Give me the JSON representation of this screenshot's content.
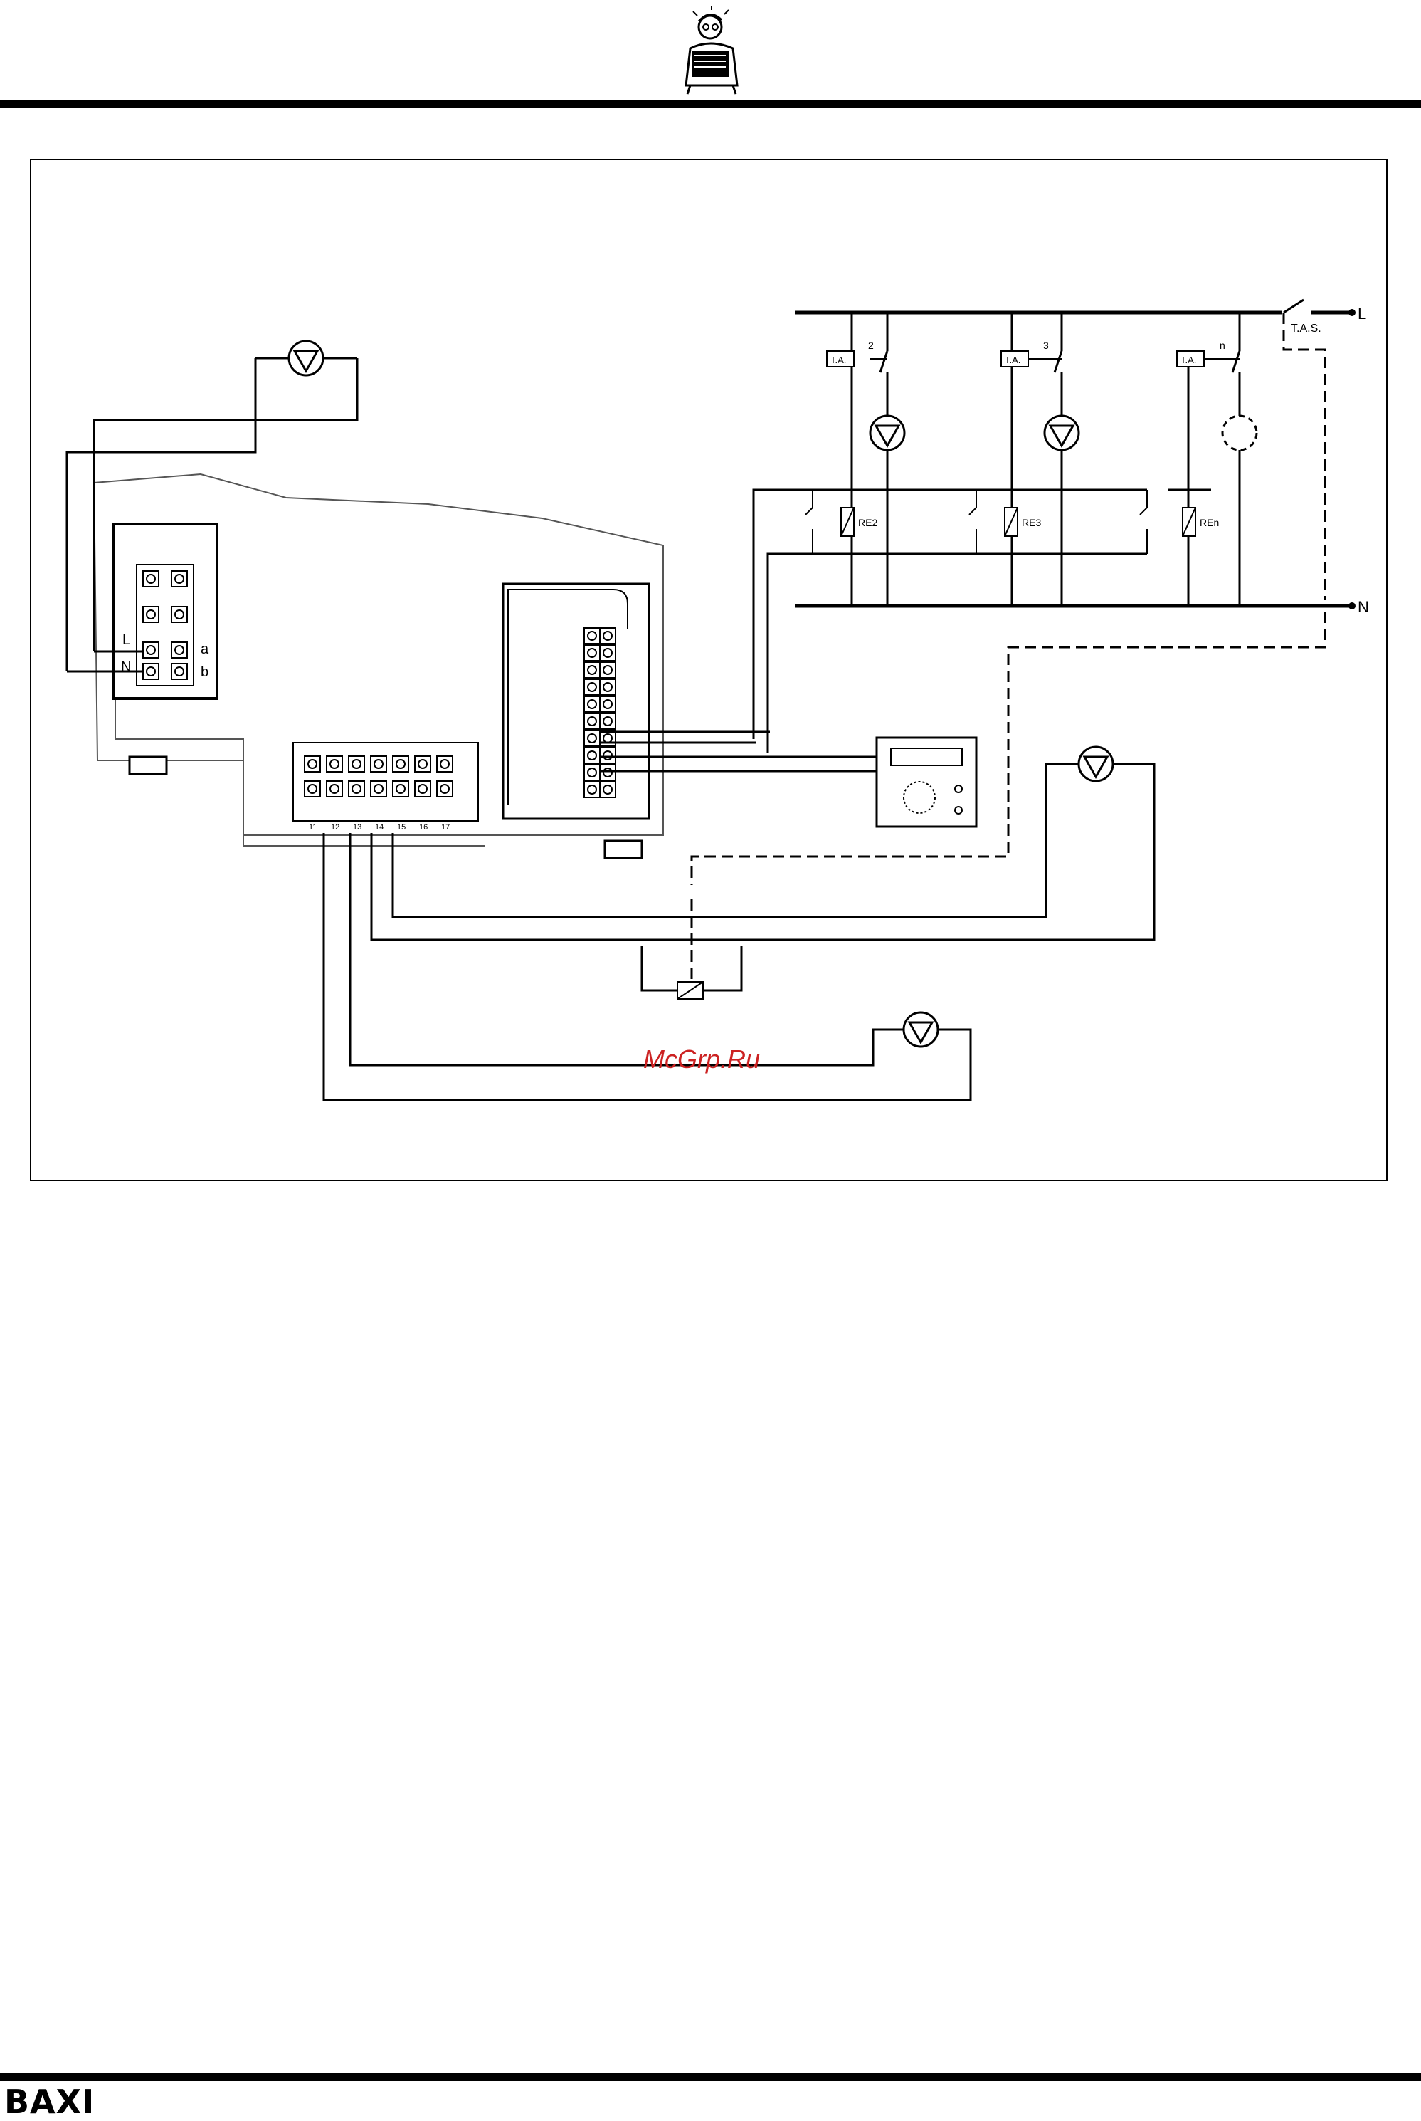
{
  "diagram": {
    "supply_line": "L",
    "neutral_line": "N",
    "safety_thermostat": "T.A.S.",
    "room_thermostats": [
      {
        "label": "T.A.",
        "zone": "2"
      },
      {
        "label": "T.A.",
        "zone": "3"
      },
      {
        "label": "T.A.",
        "zone": "n"
      }
    ],
    "relays": [
      "RE2",
      "RE3",
      "REn"
    ],
    "mains_terminals": {
      "live": "L",
      "neutral": "N",
      "a": "a",
      "b": "b"
    },
    "terminal_numbers": [
      "11",
      "12",
      "13",
      "14",
      "15",
      "16",
      "17"
    ],
    "watermark": "McGrp.Ru"
  },
  "footer": {
    "brand": "BAXI"
  },
  "colors": {
    "ink": "#000000",
    "watermark": "#cc2222"
  }
}
